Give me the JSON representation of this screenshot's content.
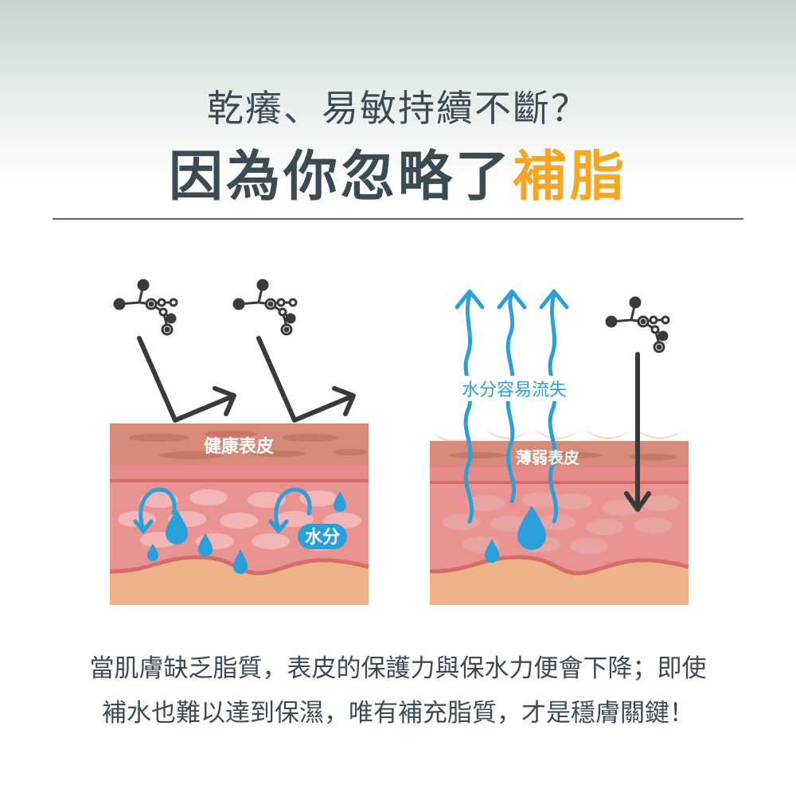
{
  "header": {
    "subtitle": "乾癢、易敏持續不斷？",
    "headline_prefix": "因為你忽略了",
    "headline_accent": "補脂"
  },
  "diagram": {
    "left_panel": {
      "skin_label": "健康表皮",
      "water_label": "水分"
    },
    "right_panel": {
      "loss_label": "水分容易流失",
      "skin_label": "薄弱表皮"
    }
  },
  "caption": {
    "line1": "當肌膚缺乏脂質，表皮的保護力與保水力便會下降；即使",
    "line2": "補水也難以達到保濕，唯有補充脂質，才是穩膚關鍵！"
  },
  "colors": {
    "text": "#3c4a54",
    "accent": "#f5a623",
    "water": "#2aa0da",
    "skin_top": "#d88a78",
    "skin_inner": "#ea9393",
    "skin_base": "#efb389"
  }
}
